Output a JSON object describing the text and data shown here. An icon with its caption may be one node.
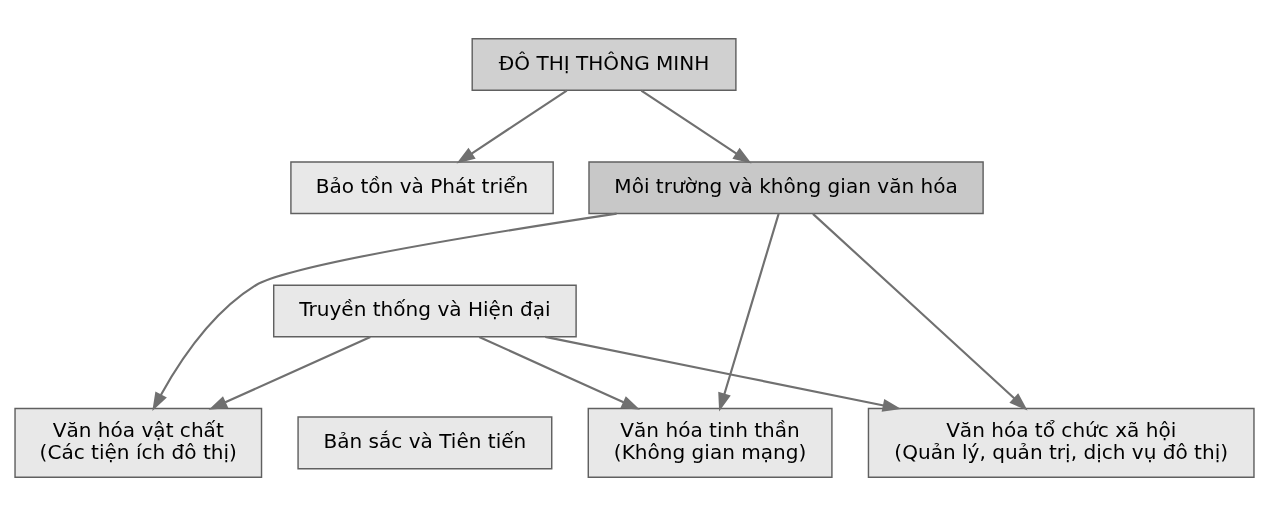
{
  "diagram": {
    "nodes": [
      {
        "text": [
          "ĐÔ THỊ THÔNG MINH"
        ]
      },
      {
        "text": [
          "Môi trường và không gian văn hóa"
        ]
      },
      {
        "text": [
          "Văn hóa vật chất",
          "(Các tiện ích đô thị)"
        ]
      },
      {
        "text": [
          "Văn hóa tinh thần",
          "(Không gian mạng)"
        ]
      },
      {
        "text": [
          "Văn hóa tổ chức xã hội",
          "(Quản lý, quản trị, dịch vụ đô thị)"
        ]
      },
      {
        "text": [
          "Bảo tồn và Phát triển"
        ]
      },
      {
        "text": [
          "Truyền thống và Hiện đại"
        ]
      },
      {
        "text": [
          "Bản sắc và Tiên tiến"
        ]
      }
    ],
    "edges": [
      {
        "from": 0,
        "to": 1,
        "arrow": "to"
      },
      {
        "from": 0,
        "to": 5,
        "arrow": "to"
      },
      {
        "from": 1,
        "to": 2,
        "arrow": "to"
      },
      {
        "from": 1,
        "to": 3,
        "arrow": "to"
      },
      {
        "from": 1,
        "to": 4,
        "arrow": "to"
      },
      {
        "from": 6,
        "to": 2,
        "arrow": "to"
      },
      {
        "from": 6,
        "to": 3,
        "arrow": "to"
      },
      {
        "from": 6,
        "to": 4,
        "arrow": "to"
      }
    ]
  }
}
